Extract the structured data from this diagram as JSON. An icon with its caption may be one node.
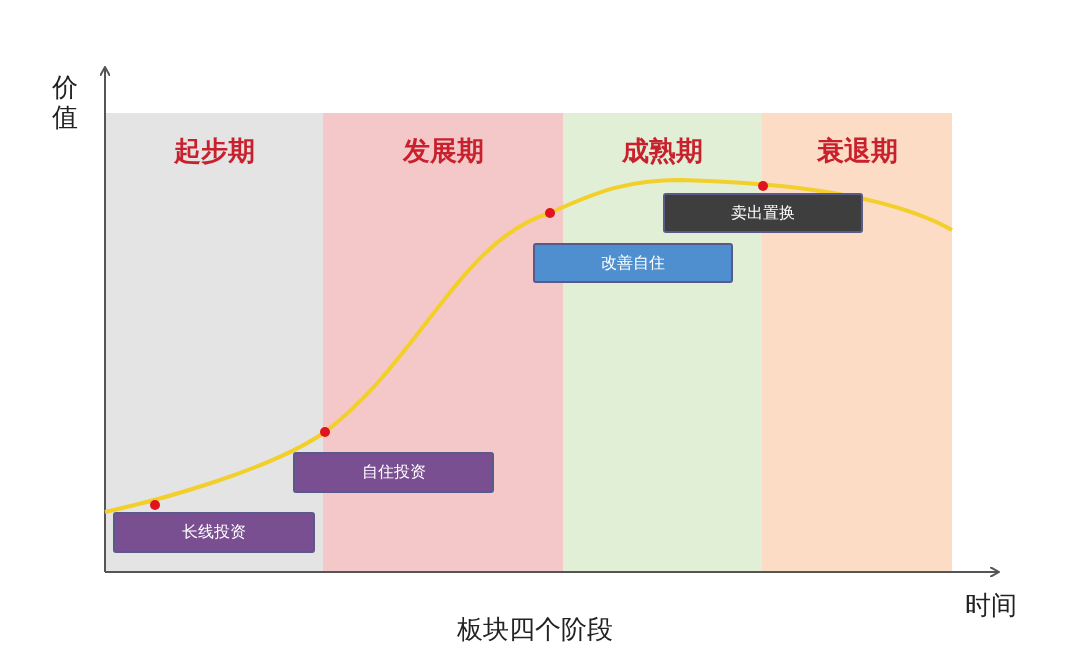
{
  "diagram": {
    "caption": "板块四个阶段",
    "nodes": [
      {
        "text": [
          "起步期"
        ]
      },
      {
        "text": [
          "发展期"
        ]
      },
      {
        "text": [
          "成熟期"
        ]
      },
      {
        "text": [
          "衰退期"
        ]
      },
      {
        "text": [
          "长线投资"
        ],
        "in": 0
      },
      {
        "text": [
          "自住投资"
        ]
      },
      {
        "text": [
          "改善自住"
        ]
      },
      {
        "text": [
          "卖出置换"
        ]
      }
    ],
    "labels": [
      "价值",
      "时间"
    ]
  }
}
